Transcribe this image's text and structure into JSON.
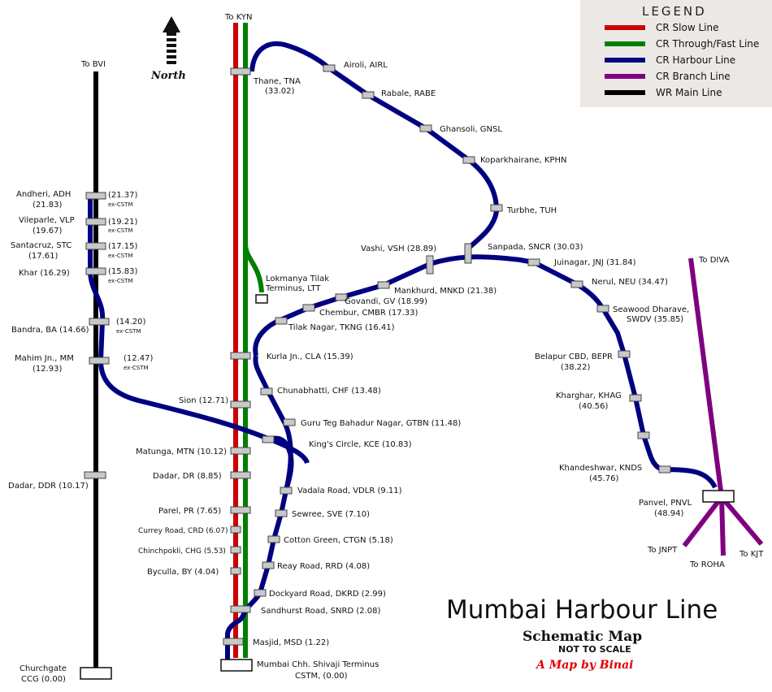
{
  "legend": {
    "title": "LEGEND",
    "items": [
      {
        "label": "CR Slow Line",
        "color": "#cc0000"
      },
      {
        "label": "CR Through/Fast Line",
        "color": "#008000"
      },
      {
        "label": "CR Harbour Line",
        "color": "#000080"
      },
      {
        "label": "CR Branch Line",
        "color": "#800080"
      },
      {
        "label": "WR Main Line",
        "color": "#000000"
      }
    ]
  },
  "compass": {
    "label": "North",
    "icon": "north-arrow-icon"
  },
  "title": {
    "main": "Mumbai Harbour Line",
    "subtitle": "Schematic Map",
    "note": "NOT TO SCALE",
    "byline": "A Map by Binai"
  },
  "directions": {
    "kyn": "To KYN",
    "bvi": "To BVI",
    "diva": "To DIVA",
    "jnpt": "To JNPT",
    "roha": "To ROHA",
    "kjt": "To KJT"
  },
  "stations": {
    "csmt": {
      "name": "Mumbai Chh. Shivaji Terminus",
      "code": "CSTM, (0.00)"
    },
    "msd": "Masjid, MSD (1.22)",
    "snrd": "Sandhurst Road, SNRD (2.08)",
    "dkrd": "Dockyard Road, DKRD (2.99)",
    "rrd": "Reay Road, RRD (4.08)",
    "ctgn": "Cotton Green, CTGN (5.18)",
    "sve": "Sewree, SVE (7.10)",
    "vdlr": "Vadala Road, VDLR (9.11)",
    "kce": "King's Circle, KCE (10.83)",
    "gtbn": "Guru Teg Bahadur Nagar, GTBN (11.48)",
    "chf": "Chunabhatti, CHF (13.48)",
    "cla": "Kurla Jn., CLA (15.39)",
    "tkng": "Tilak Nagar, TKNG (16.41)",
    "cmbr": "Chembur, CMBR (17.33)",
    "gv": "Govandi, GV (18.99)",
    "mnkd": "Mankhurd, MNKD (21.38)",
    "vsh": "Vashi, VSH (28.89)",
    "sncr": "Sanpada, SNCR (30.03)",
    "tuh": "Turbhe, TUH",
    "kphn": "Koparkhairane, KPHN",
    "gnsl": "Ghansoli, GNSL",
    "rabe": "Rabale, RABE",
    "airl": "Airoli, AIRL",
    "tna": {
      "name": "Thane, TNA",
      "km": "(33.02)"
    },
    "jnj": "Juinagar, JNJ (31.84)",
    "neu": "Nerul, NEU (34.47)",
    "swdv": {
      "name": "Seawood Dharave,",
      "code": "SWDV (35.85)"
    },
    "bepr": {
      "name": "Belapur CBD, BEPR",
      "km": "(38.22)"
    },
    "khag": {
      "name": "Kharghar, KHAG",
      "km": "(40.56)"
    },
    "knds": {
      "name": "Khandeshwar, KNDS",
      "km": "(45.76)"
    },
    "pnvl": {
      "name": "Panvel, PNVL",
      "km": "(48.94)"
    },
    "ltt": {
      "name": "Lokmanya Tilak",
      "name2": "Terminus, LTT"
    },
    "sion": "Sion (12.71)",
    "mtn": "Matunga, MTN (10.12)",
    "dr": "Dadar, DR (8.85)",
    "pr": "Parel, PR (7.65)",
    "crd": "Currey Road, CRD (6.07)",
    "chg": "Chinchpokli, CHG (5.53)",
    "by": "Byculla, BY (4.04)",
    "adh": {
      "name": "Andheri, ADH",
      "km": "(21.83)",
      "cstm": "(21.37)"
    },
    "vlp": {
      "name": "Vileparle, VLP",
      "km": "(19.67)",
      "cstm": "(19.21)"
    },
    "stc": {
      "name": "Santacruz, STC",
      "km": "(17.61)",
      "cstm": "(17.15)"
    },
    "khar": {
      "name": "Khar (16.29)",
      "cstm": "(15.83)"
    },
    "ba": {
      "name": "Bandra, BA (14.66)",
      "cstm": "(14.20)"
    },
    "mm": {
      "name": "Mahim Jn., MM",
      "km": "(12.93)",
      "cstm": "(12.47)"
    },
    "ddr": "Dadar, DDR (10.17)",
    "ccg": {
      "name": "Churchgate",
      "km": "CCG (0.00)"
    },
    "excstm": "ex-CSTM"
  }
}
